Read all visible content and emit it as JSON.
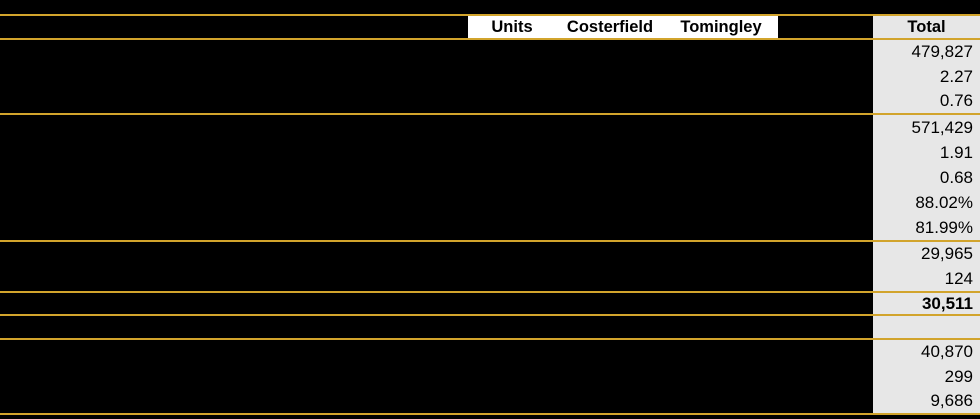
{
  "colors": {
    "gold": "#D2A42C",
    "page_bg": "#000000",
    "header_band_bg": "#FFFFFF",
    "total_col_bg": "#E7E7E7",
    "text": "#000000"
  },
  "header": {
    "units": "Units",
    "costerfield": "Costerfield",
    "tomingley": "Tomingley",
    "total": "Total"
  },
  "sections": [
    {
      "rows": [
        "479,827",
        "2.27",
        "0.76"
      ]
    },
    {
      "rows": [
        "571,429",
        "1.91",
        "0.68",
        "88.02%",
        "81.99%"
      ]
    },
    {
      "rows": [
        "29,965",
        "124"
      ]
    },
    {
      "rows": [
        "30,511"
      ],
      "emphasis": true
    },
    {
      "rows": [
        ""
      ]
    },
    {
      "rows": [
        "40,870",
        "299",
        "9,686"
      ]
    }
  ]
}
